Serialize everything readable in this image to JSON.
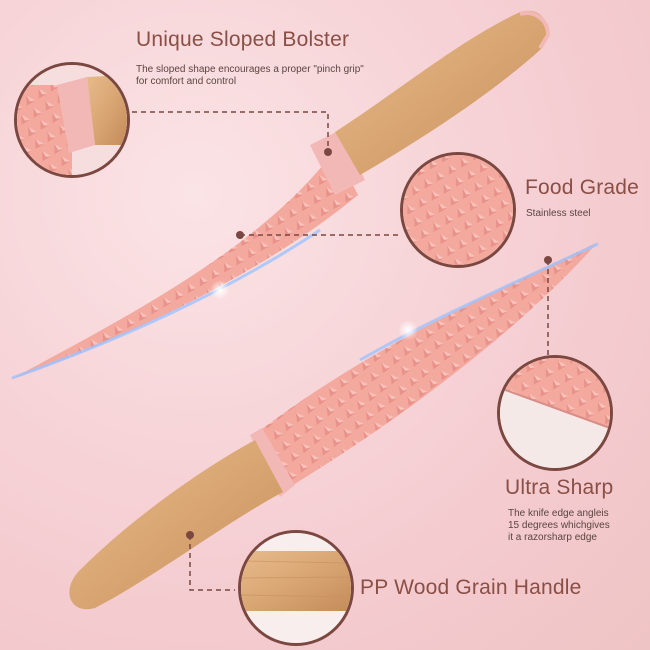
{
  "features": {
    "bolster": {
      "title": "Unique Sloped Bolster",
      "desc_line1": "The sloped shape encourages a proper \"pinch grip\"",
      "desc_line2": "for comfort and control"
    },
    "food_grade": {
      "title": "Food Grade",
      "desc": "Stainless steel"
    },
    "ultra_sharp": {
      "title": "Ultra Sharp",
      "desc_line1": "The knife edge angleis",
      "desc_line2": "15 degrees whichgives",
      "desc_line3": "it a razorsharp edge"
    },
    "handle": {
      "title": "PP Wood Grain Handle"
    }
  },
  "colors": {
    "blade": "#f4a99f",
    "bolster": "#f2b8b6",
    "wood": "#d9a673",
    "accent_text": "#8a4f45",
    "callout_line": "#7a4840"
  }
}
